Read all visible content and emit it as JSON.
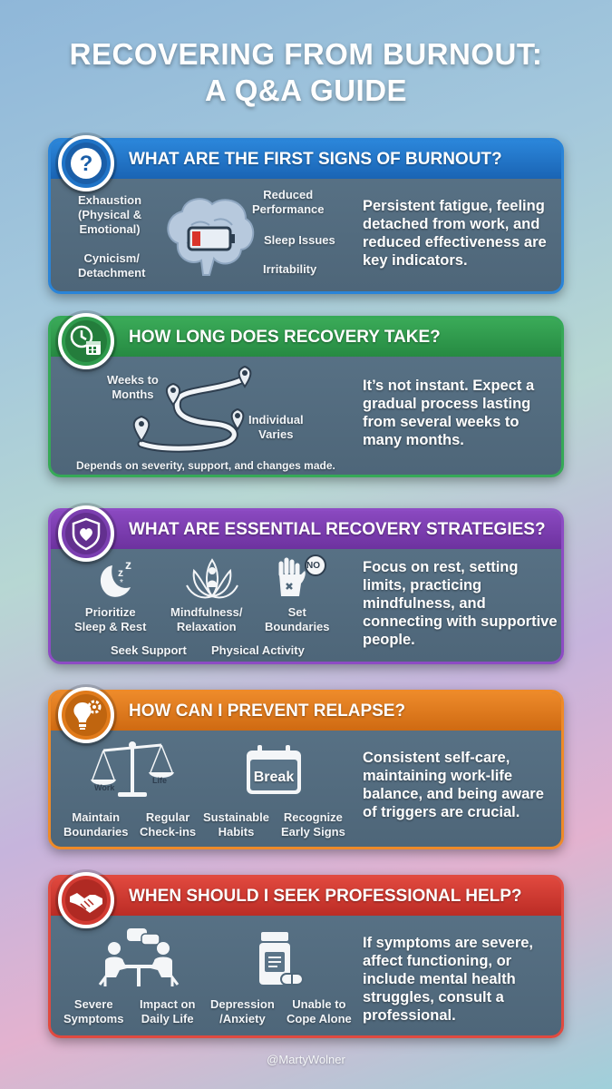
{
  "title": {
    "line1": "RECOVERING FROM BURNOUT:",
    "line2": "A Q&A GUIDE"
  },
  "colors": {
    "blue": "#1f73c6",
    "green": "#2e9a4c",
    "purple": "#7b3fb0",
    "orange": "#e07a1a",
    "red": "#d23a32"
  },
  "sections": [
    {
      "question": "WHAT ARE THE FIRST SIGNS OF BURNOUT?",
      "icon": "question-mark-icon",
      "labels": [
        "Exhaustion",
        "(Physical &",
        "Emotional)",
        "Cynicism/",
        "Detachment",
        "Reduced",
        "Performance",
        "Sleep Issues",
        "Irritability"
      ],
      "answer": "Persistent fatigue, feeling detached from work, and reduced effectiveness are key indicators."
    },
    {
      "question": "HOW LONG DOES RECOVERY TAKE?",
      "icon": "clock-calendar-icon",
      "labels": [
        "Weeks to",
        "Months",
        "Individual",
        "Varies",
        "Depends on severity, support, and changes made."
      ],
      "answer": "It’s not instant. Expect a gradual process lasting from several weeks to many months."
    },
    {
      "question": "WHAT ARE ESSENTIAL RECOVERY STRATEGIES?",
      "icon": "shield-heart-icon",
      "labels": [
        "Prioritize",
        "Sleep & Rest",
        "Mindfulness/",
        "Relaxation",
        "Set",
        "Boundaries",
        "Seek Support",
        "Physical Activity"
      ],
      "no_badge": "NO",
      "answer": "Focus on rest, setting limits, practicing mindfulness, and connecting with supportive people."
    },
    {
      "question": "HOW CAN I PREVENT RELAPSE?",
      "icon": "lightbulb-gear-icon",
      "labels": [
        "Maintain",
        "Boundaries",
        "Regular",
        "Check-ins",
        "Sustainable",
        "Habits",
        "Recognize",
        "Early Signs"
      ],
      "scale_left": "Work",
      "scale_right": "Life",
      "calendar_text": "Break",
      "answer": "Consistent self-care, maintaining work-life balance, and being aware of triggers are crucial."
    },
    {
      "question": "WHEN SHOULD I SEEK PROFESSIONAL HELP?",
      "icon": "handshake-icon",
      "labels": [
        "Severe",
        "Symptoms",
        "Impact on",
        "Daily Life",
        "Depression",
        "/Anxiety",
        "Unable to",
        "Cope Alone"
      ],
      "answer": "If symptoms are severe, affect functioning, or include mental health struggles, consult a professional."
    }
  ],
  "footer": "@MartyWolner"
}
